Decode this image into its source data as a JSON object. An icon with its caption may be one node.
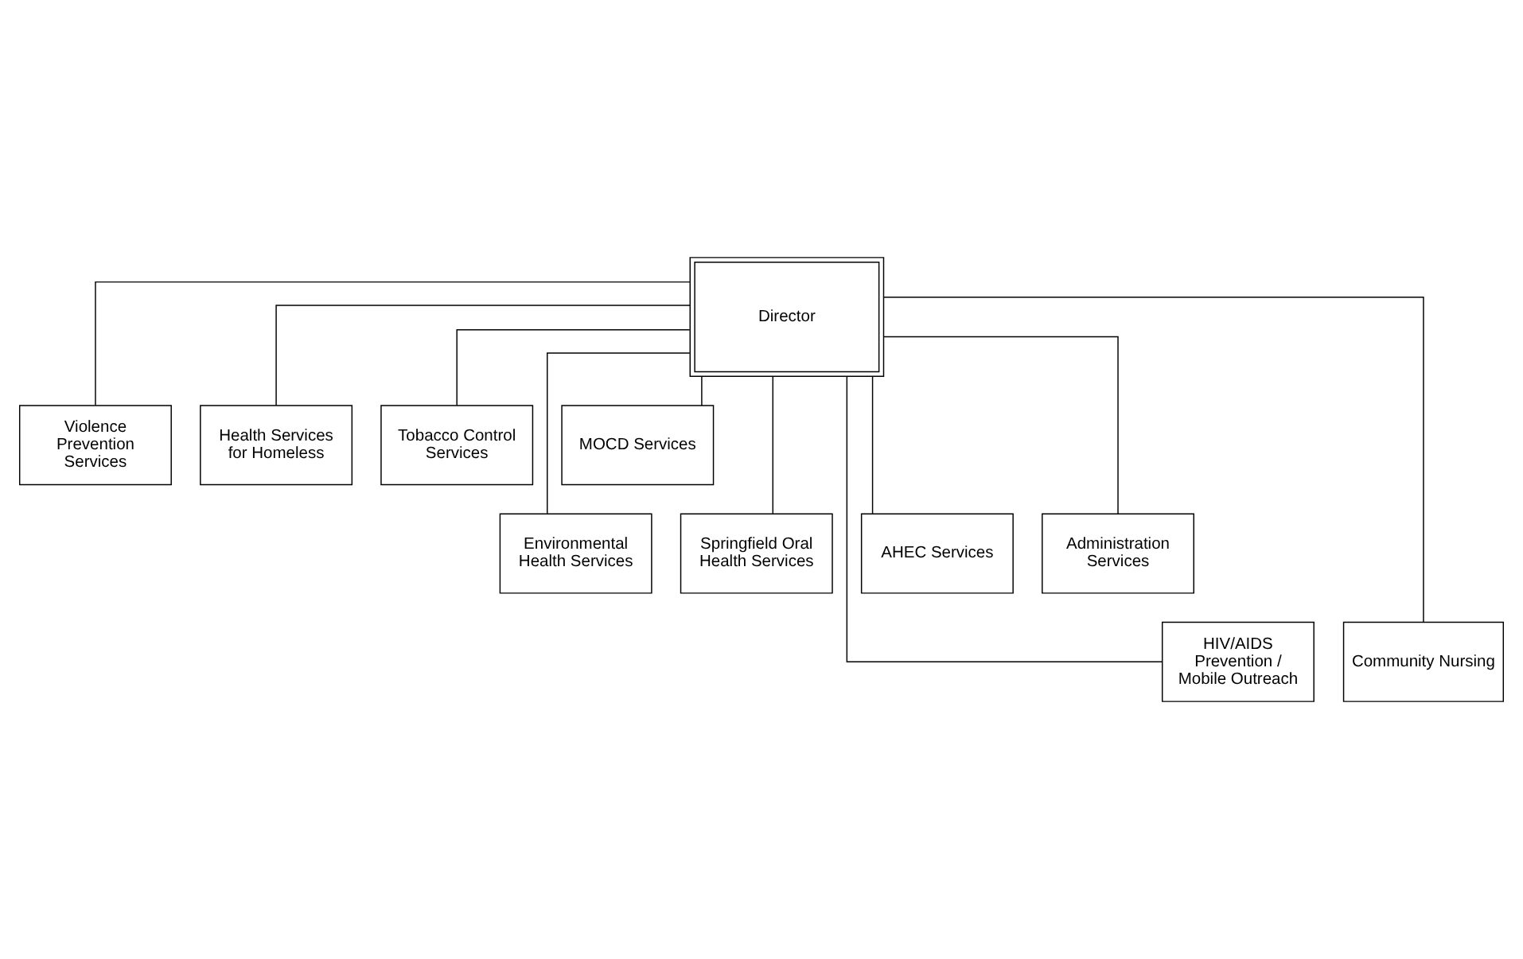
{
  "diagram": {
    "nodes": [
      {
        "text": [
          "Director"
        ]
      },
      {
        "text": [
          "Violence Prevention Services"
        ]
      },
      {
        "text": [
          "Health Services for Homeless"
        ]
      },
      {
        "text": [
          "Tobacco Control Services"
        ]
      },
      {
        "text": [
          "MOCD Services"
        ]
      },
      {
        "text": [
          "Environmental Health Services"
        ]
      },
      {
        "text": [
          "Springfield Oral Health Services"
        ]
      },
      {
        "text": [
          "AHEC Services"
        ]
      },
      {
        "text": [
          "Administration Services"
        ]
      },
      {
        "text": [
          "HIV/AIDS Prevention / Mobile Outreach"
        ]
      },
      {
        "text": [
          "Community Nursing"
        ]
      }
    ],
    "edges": [
      {
        "from": 0,
        "to": 1,
        "arrow": "none"
      },
      {
        "from": 0,
        "to": 2,
        "arrow": "none"
      },
      {
        "from": 0,
        "to": 3,
        "arrow": "none"
      },
      {
        "from": 0,
        "to": 4,
        "arrow": "none"
      },
      {
        "from": 0,
        "to": 5,
        "arrow": "none"
      },
      {
        "from": 0,
        "to": 6,
        "arrow": "none"
      },
      {
        "from": 0,
        "to": 7,
        "arrow": "none"
      },
      {
        "from": 0,
        "to": 8,
        "arrow": "none"
      },
      {
        "from": 0,
        "to": 9,
        "arrow": "none"
      },
      {
        "from": 0,
        "to": 10,
        "arrow": "none"
      }
    ]
  }
}
